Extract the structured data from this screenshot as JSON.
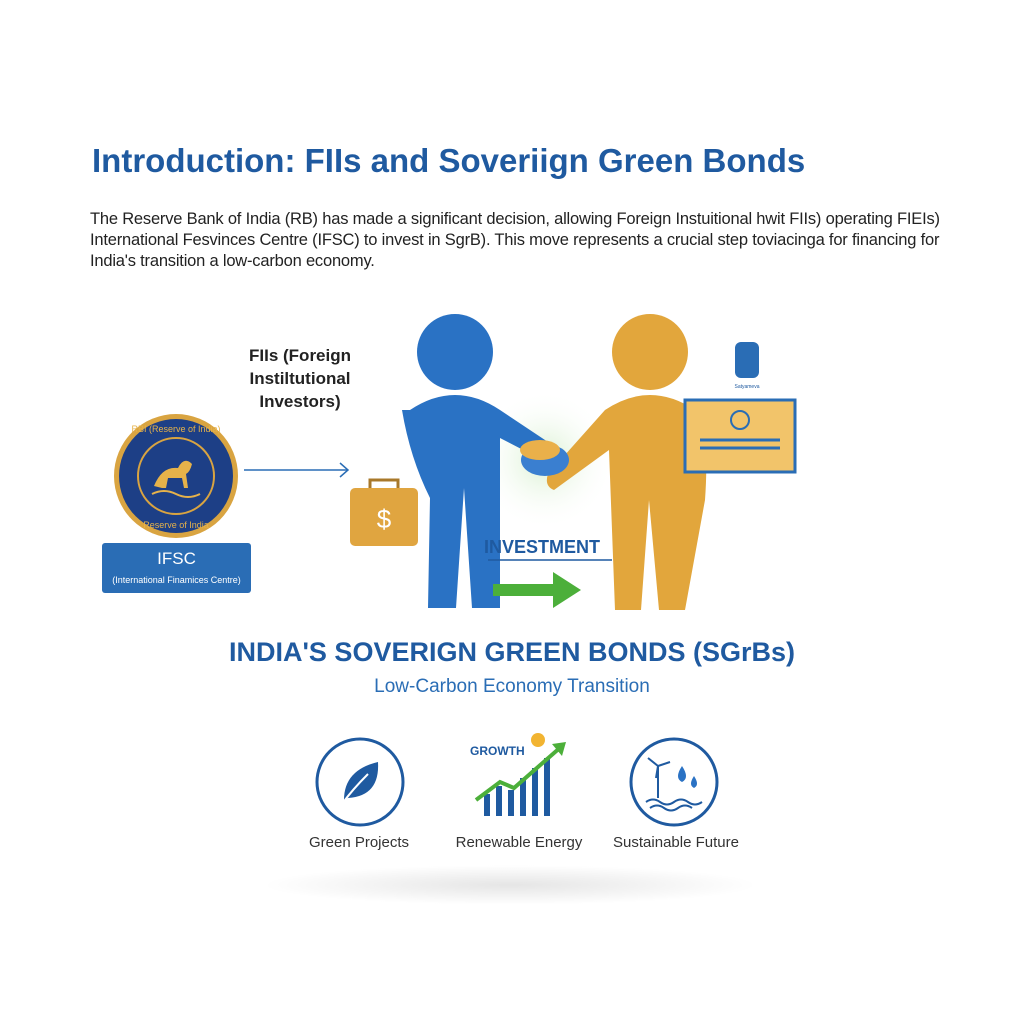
{
  "title": "Introduction: FIIs and Soveriign Green Bonds",
  "intro": "The Reserve Bank of India (RB) has made a significant decision, allowing Foreign Instuitional hwit FIIs) operating FIEIs) International Fesvinces Centre (IFSC) to invest in SgrB). This move represents a crucial step toviacinga for financing for India's transition a low-carbon economy.",
  "fii_label": [
    "FIIs (Foreign",
    "Instiltutional",
    "Investors)"
  ],
  "rbi_seal": {
    "top_text": "RBI (Reserve of India)",
    "bottom_text": "Reserve of India"
  },
  "ifsc": {
    "title": "IFSC",
    "subtitle": "(International Finamices Centre)"
  },
  "investment_label": "INVESTMENT",
  "emblem_caption": "Satyameva",
  "main_heading": "INDIA'S SOVERIGN GREEN BONDS (SGrBs)",
  "sub_heading": "Low-Carbon Economy Transition",
  "growth_label": "GROWTH",
  "features": [
    {
      "label": "Green Projects",
      "icon": "leaf-icon"
    },
    {
      "label": "Renewable Energy",
      "icon": "growth-chart-icon"
    },
    {
      "label": "Sustainable Future",
      "icon": "wind-water-icon"
    }
  ],
  "colors": {
    "primary_blue": "#1f5aa0",
    "investor_blue": "#2a72c4",
    "gold": "#e7a83a",
    "green": "#4caf3a"
  }
}
